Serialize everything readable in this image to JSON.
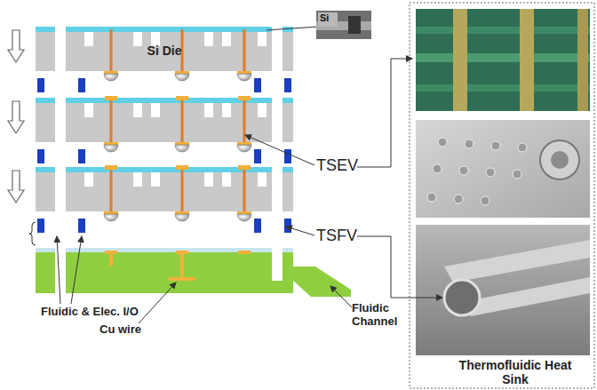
{
  "diagram": {
    "nodes": [
      {
        "text": [
          "Si Die"
        ]
      },
      {
        "text": [
          "Si"
        ]
      }
    ],
    "labels": [
      "TSEV",
      "TSFV",
      "Fluidic & Elec. I/O",
      "Cu wire",
      "Fluidic Channel",
      "Thermofluidic Heat Sink"
    ]
  }
}
